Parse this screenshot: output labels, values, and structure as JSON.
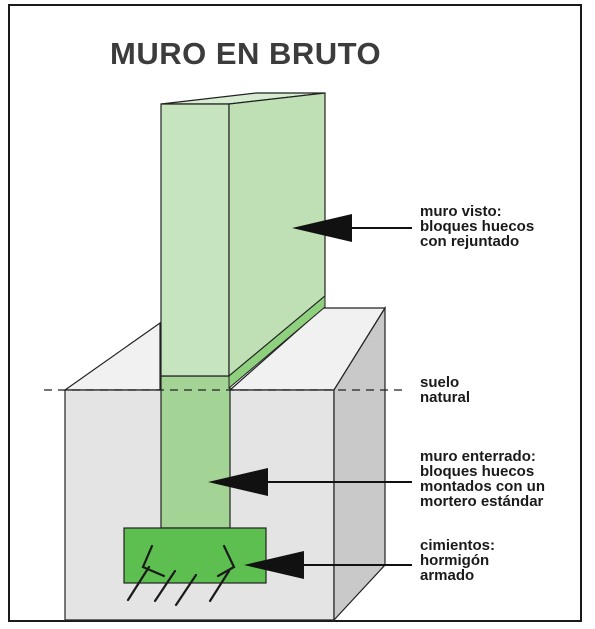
{
  "title": "MURO EN BRUTO",
  "labels": {
    "muro_visto": [
      "muro visto:",
      "bloques huecos",
      "con rejuntado"
    ],
    "suelo": [
      "suelo",
      "natural"
    ],
    "muro_enterrado": [
      "muro enterrado:",
      "bloques huecos",
      "montados con un",
      "mortero estándar"
    ],
    "cimientos": [
      "cimientos:",
      "hormigón",
      "armado"
    ]
  },
  "colors": {
    "wall_front": "#c6e4bd",
    "wall_side": "#bfe0b5",
    "wall_top": "#d6ecd0",
    "buried_wall": "#a3d495",
    "joint_strip": "#8fd07f",
    "foundation": "#5cbf50",
    "ground_front": "#e4e4e4",
    "ground_top": "#f1f1f1",
    "ground_side": "#c9c9c9",
    "text": "#1a1a1a"
  }
}
